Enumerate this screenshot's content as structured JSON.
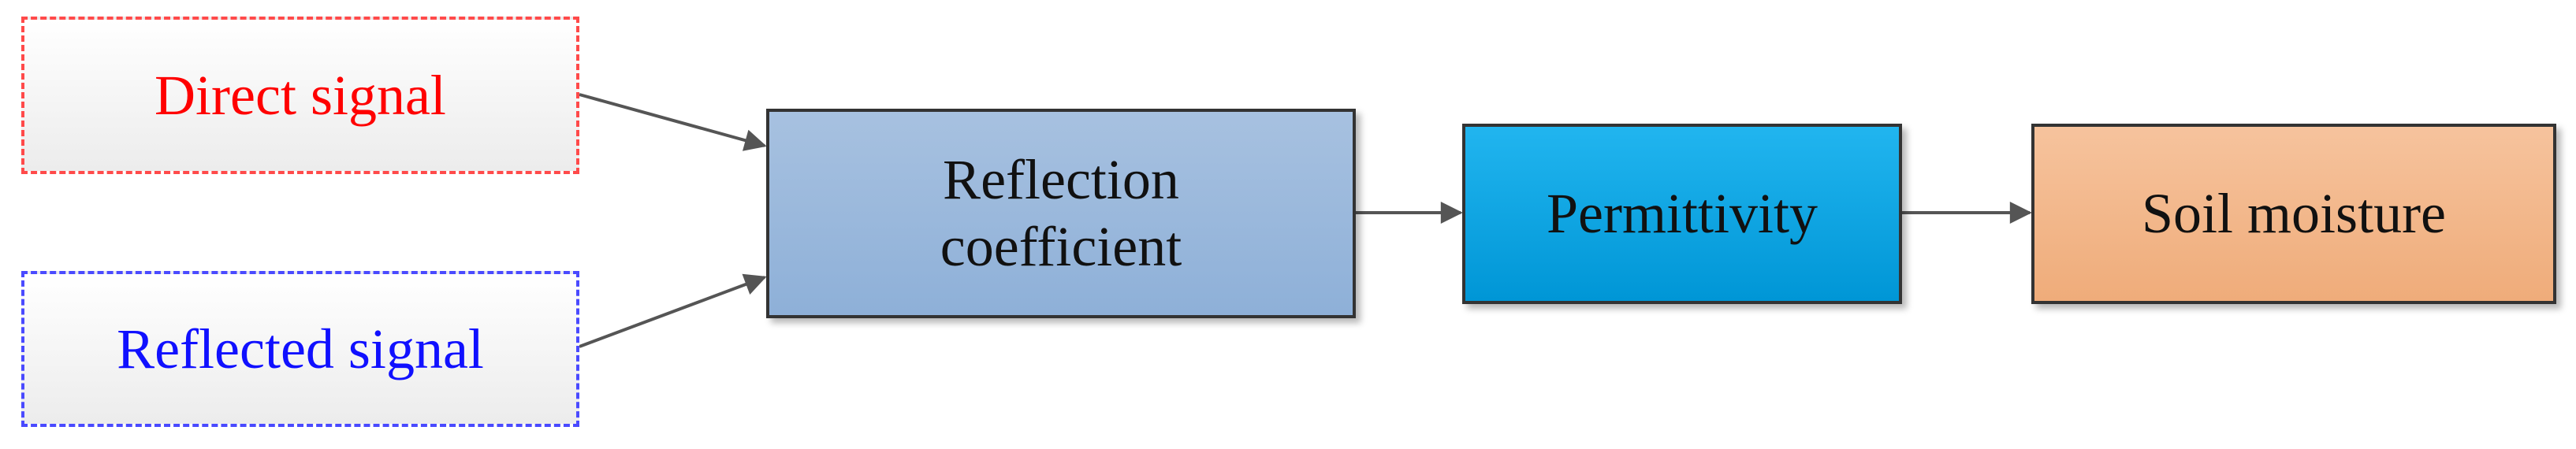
{
  "nodes": {
    "direct_signal": "Direct signal",
    "reflected_signal": "Reflected signal",
    "reflection_coefficient": [
      "Reflection",
      "coefficient"
    ],
    "permittivity": "Permittivity",
    "soil_moisture": "Soil moisture"
  },
  "colors": {
    "direct_signal_text": "#ff0000",
    "direct_signal_border": "#ff4a4a",
    "reflected_signal_text": "#1010ff",
    "reflected_signal_border": "#4a4aff",
    "reflection_coefficient_fill": "#9ab8dc",
    "permittivity_fill": "#00a6e3",
    "soil_moisture_fill": "#f2b58a",
    "arrow": "#555555"
  },
  "edges": [
    {
      "from": "direct_signal",
      "to": "reflection_coefficient"
    },
    {
      "from": "reflected_signal",
      "to": "reflection_coefficient"
    },
    {
      "from": "reflection_coefficient",
      "to": "permittivity"
    },
    {
      "from": "permittivity",
      "to": "soil_moisture"
    }
  ]
}
